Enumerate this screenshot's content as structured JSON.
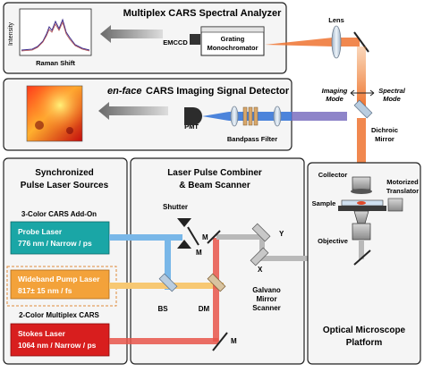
{
  "analyzer": {
    "title": "Multiplex CARS Spectral Analyzer",
    "plot_ylabel": "Intensity",
    "plot_xlabel": "Raman Shift",
    "emccd": "EMCCD",
    "grating_line1": "Grating",
    "grating_line2": "Monochromator",
    "lens": "Lens"
  },
  "imaging": {
    "title_italic": "en-face",
    "title_rest": " CARS Imaging Signal Detector",
    "pmt": "PMT",
    "bandpass": "Bandpass Filter",
    "imaging_mode_1": "Imaging",
    "imaging_mode_2": "Mode",
    "spectral_mode_1": "Spectral",
    "spectral_mode_2": "Mode",
    "dichroic_1": "Dichroic",
    "dichroic_2": "Mirror"
  },
  "sources": {
    "title_1": "Synchronized",
    "title_2": "Pulse Laser Sources",
    "addon_label": "3-Color CARS Add-On",
    "probe_1": "Probe Laser",
    "probe_2": "776 nm / Narrow / ps",
    "pump_1": "Wideband Pump Laser",
    "pump_2": "817± 15 nm / fs",
    "multiplex_label": "2-Color Multiplex CARS",
    "stokes_1": "Stokes Laser",
    "stokes_2": "1064 nm / Narrow / ps"
  },
  "combiner": {
    "title_1": "Laser Pulse Combiner",
    "title_2": "& Beam Scanner",
    "shutter": "Shutter",
    "m_top": "M",
    "m_mid": "M",
    "m_bottom": "M",
    "bs": "BS",
    "dm": "DM",
    "y": "Y",
    "x": "X",
    "galvo_1": "Galvano",
    "galvo_2": "Mirror",
    "galvo_3": "Scanner"
  },
  "microscope": {
    "collector": "Collector",
    "sample": "Sample",
    "motorized_1": "Motorized",
    "motorized_2": "Translator",
    "objective": "Objective",
    "platform_1": "Optical Microscope",
    "platform_2": "Platform"
  },
  "colors": {
    "probe": "#1aa6a6",
    "pump": "#f3a23a",
    "stokes": "#d81e1e",
    "cars_signal": "#3a78d8",
    "combined_beam": "#e8743a",
    "panel_bg": "#f4f4f4"
  }
}
